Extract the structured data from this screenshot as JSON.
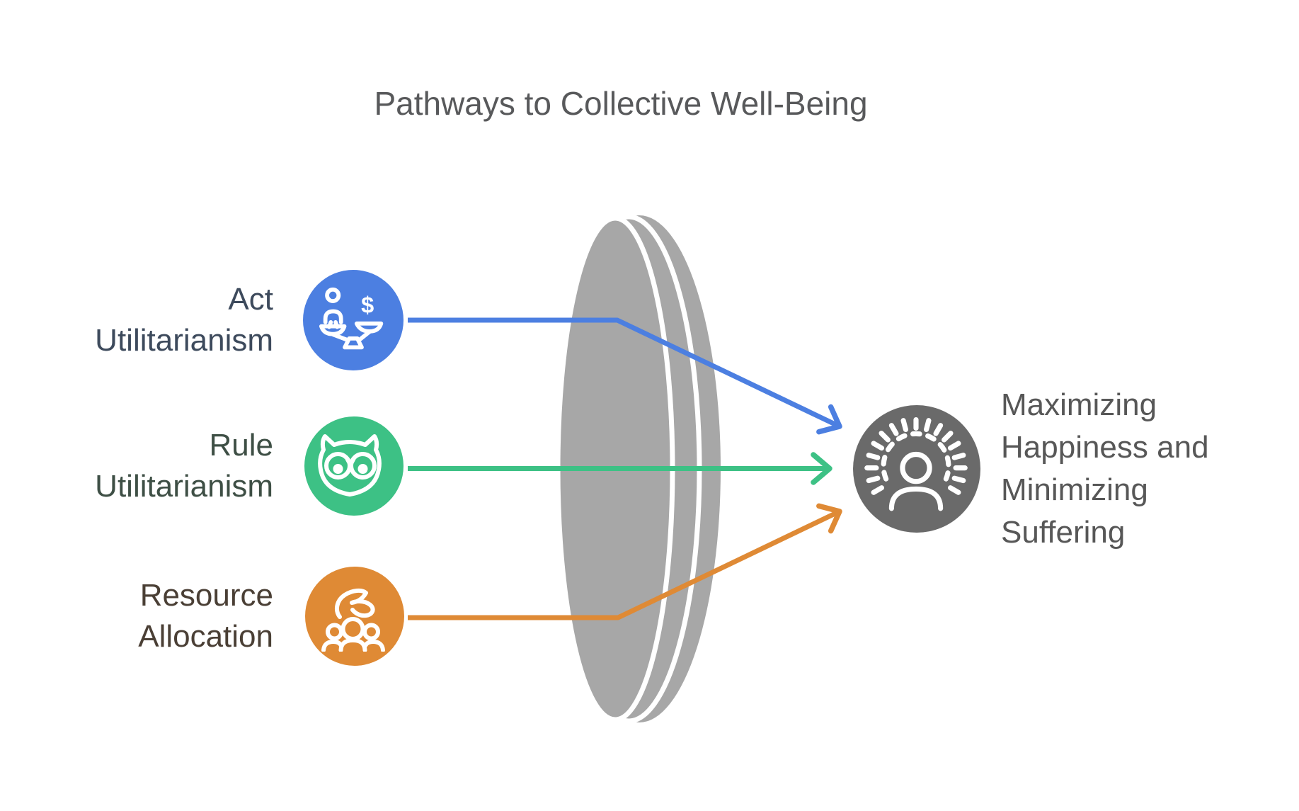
{
  "title": "Pathways to Collective Well-Being",
  "colors": {
    "background": "#FFFFFF",
    "title_text": "#58595B",
    "outcome_text": "#575757",
    "lens_gray": "#A7A7A7",
    "lens_divider": "#FFFFFF",
    "icon_stroke": "#FFFFFF",
    "result_circle_gray": "#6A6A6A",
    "act_blue": "#4C7FE1",
    "rule_green": "#3DC185",
    "resource_orange": "#DF8A35",
    "act_text": "#3D4A5C",
    "rule_text": "#3E4F45",
    "resource_text": "#4A3F35"
  },
  "pathways": [
    {
      "lines": [
        "Act",
        "Utilitarianism"
      ],
      "icon": "balance-scale-person-dollar-icon",
      "color_key": "act_blue"
    },
    {
      "lines": [
        "Rule",
        "Utilitarianism"
      ],
      "icon": "owl-with-glasses-icon",
      "color_key": "rule_green"
    },
    {
      "lines": [
        "Resource",
        "Allocation"
      ],
      "icon": "hand-over-people-icon",
      "color_key": "resource_orange"
    }
  ],
  "outcome": {
    "label": "Maximizing Happiness and Minimizing Suffering",
    "icon": "radiant-person-icon"
  },
  "lens": {
    "shape": "converging-lens",
    "slices": 3
  },
  "glyphs": {
    "dollar": "$"
  }
}
